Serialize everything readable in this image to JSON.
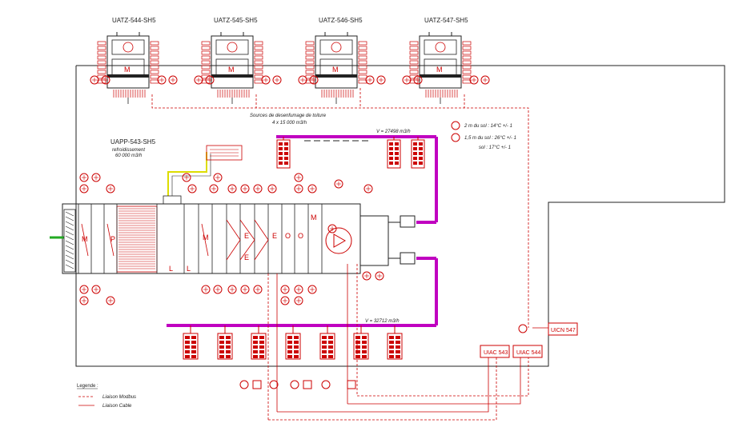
{
  "rooftop_units": [
    {
      "label": "UATZ-544-SH5"
    },
    {
      "label": "UATZ-545-SH5"
    },
    {
      "label": "UATZ-546-SH5"
    },
    {
      "label": "UATZ-547-SH5"
    }
  ],
  "main_unit": {
    "label": "UAPP-543-SH5",
    "sublabel": "refroidissement",
    "flow": "60 000 m3/h"
  },
  "cooling_sources": {
    "line1": "Sources de desenfumage de toiture",
    "line2": "4 x 15 000 m3/h"
  },
  "supply_flow": "V = 27498 m3/h",
  "return_flow": "V = 32712 m3/h",
  "setpoints": [
    {
      "text": "2 m du sol : 14°C +/- 1"
    },
    {
      "text": "1,5 m du sol : 26°C +/- 1"
    },
    {
      "text": "sol : 17°C +/- 1"
    }
  ],
  "controllers": [
    {
      "label": "UIAC 543"
    },
    {
      "label": "UIAC 544"
    },
    {
      "label": "UICN 547"
    }
  ],
  "legend": {
    "title": "Legende :",
    "items": [
      {
        "label": "Liaison Modbus"
      },
      {
        "label": "Liaison Cable"
      }
    ]
  },
  "section_letters": [
    "M",
    "P",
    "L",
    "M",
    "E",
    "E",
    "E",
    "O",
    "O",
    "M",
    "L"
  ],
  "colors": {
    "line": "#cc0000",
    "duct": "#c000c0",
    "outline": "#222222",
    "fresh_air": "#22aa22",
    "yellow_pipe": "#dddd00"
  }
}
